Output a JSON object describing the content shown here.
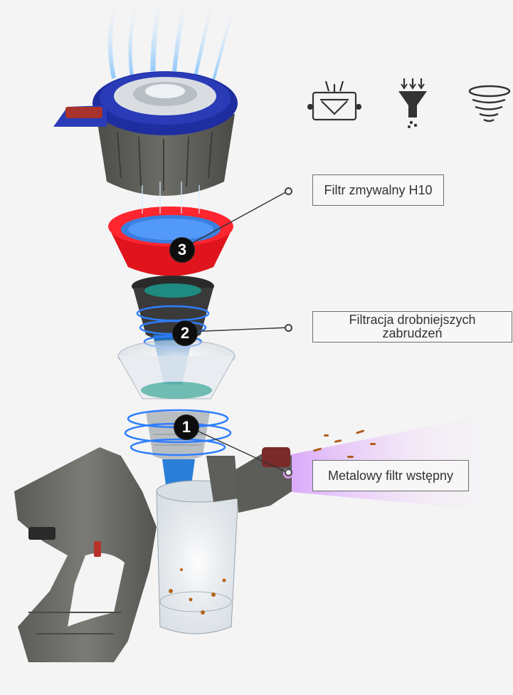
{
  "callouts": [
    {
      "number": "3",
      "label": "Filtr zmywalny H10"
    },
    {
      "number": "2",
      "label": "Filtracja drobniejszych zabrudzeń"
    },
    {
      "number": "1",
      "label": "Metalowy filtr wstępny"
    }
  ],
  "feature_icons": [
    "filter-mesh-icon",
    "funnel-icon",
    "cyclone-icon"
  ],
  "colors": {
    "background": "#f4f4f4",
    "cap_blue": "#2233a8",
    "filter_red": "#e0141c",
    "body_gray": "#6a6a66",
    "airflow_blue": "#3aa0ff",
    "exhaust_purple": "#b04cff"
  }
}
